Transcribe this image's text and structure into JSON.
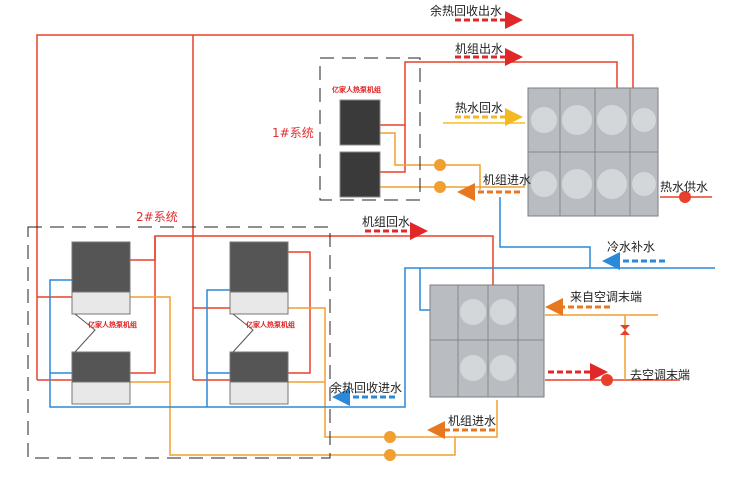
{
  "labels": {
    "heat_recovery_out": "余热回收出水",
    "unit_out": "机组出水",
    "hot_water_return": "热水回水",
    "unit_in_1": "机组进水",
    "hot_water_supply": "热水供水",
    "system_1": "1#系统",
    "system_2": "2#系统",
    "unit_return": "机组回水",
    "cold_water_makeup": "冷水补水",
    "from_ac_terminal": "来自空调末端",
    "to_ac_terminal": "去空调末端",
    "heat_recovery_in": "余热回收进水",
    "unit_in_2": "机组进水"
  },
  "brand": "亿家人热泵机组",
  "colors": {
    "hot": "#e8402a",
    "warm": "#f0a030",
    "orange": "#e87820",
    "cold": "#2a8ad8",
    "yellow": "#f5c020"
  }
}
